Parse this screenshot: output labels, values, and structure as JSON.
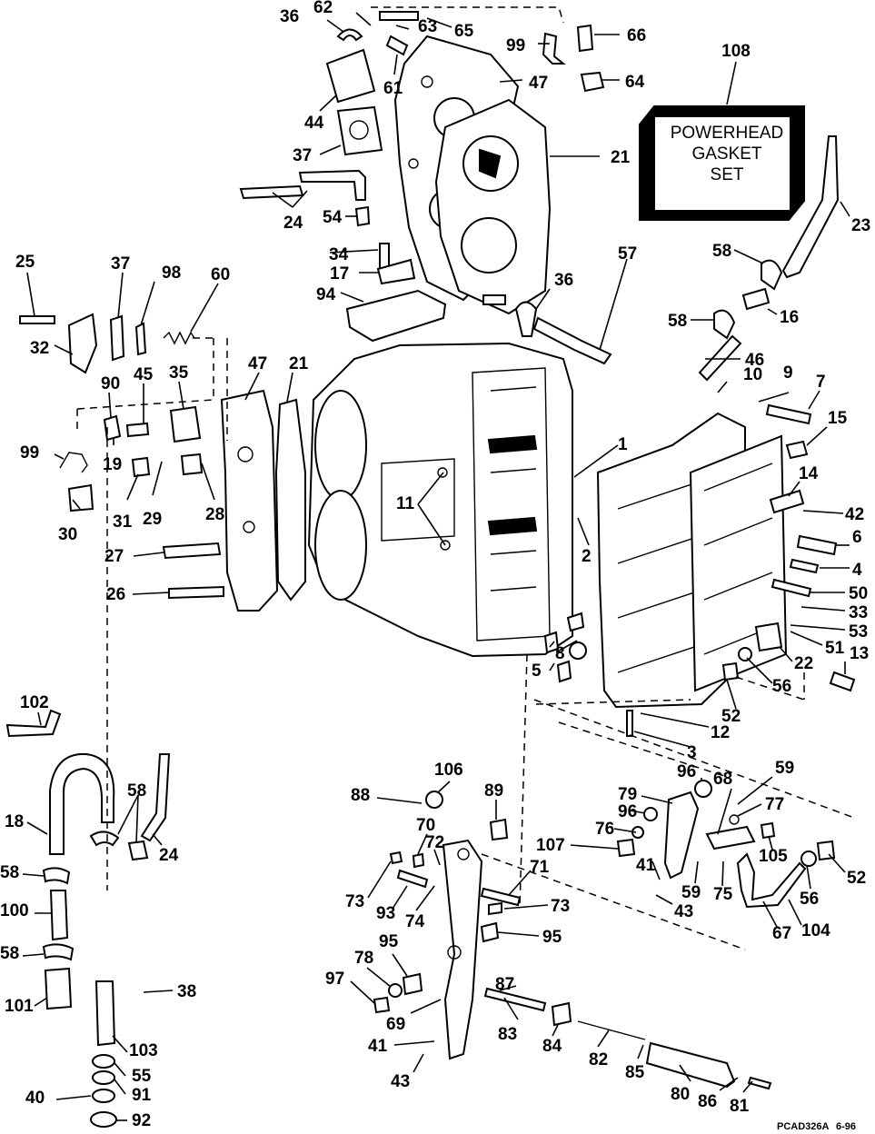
{
  "gasket_box": {
    "line1": "POWERHEAD",
    "line2": "GASKET",
    "line3": "SET",
    "callout": "108"
  },
  "code": "PCAD326A",
  "date": "6-96",
  "callouts": [
    "36",
    "62",
    "63",
    "65",
    "99",
    "66",
    "64",
    "47",
    "108",
    "21",
    "61",
    "44",
    "37",
    "24",
    "54",
    "23",
    "34",
    "17",
    "94",
    "58",
    "16",
    "36",
    "57",
    "58",
    "46",
    "25",
    "37",
    "98",
    "60",
    "32",
    "90",
    "45",
    "35",
    "47",
    "21",
    "10",
    "9",
    "7",
    "15",
    "99",
    "19",
    "31",
    "29",
    "28",
    "14",
    "42",
    "6",
    "4",
    "50",
    "33",
    "53",
    "51",
    "13",
    "22",
    "56",
    "11",
    "1",
    "2",
    "30",
    "27",
    "26",
    "8",
    "5",
    "52",
    "12",
    "3",
    "102",
    "18",
    "58",
    "24",
    "58",
    "100",
    "58",
    "101",
    "38",
    "103",
    "55",
    "91",
    "40",
    "92",
    "106",
    "89",
    "88",
    "70",
    "72",
    "73",
    "93",
    "74",
    "71",
    "73",
    "95",
    "95",
    "78",
    "97",
    "69",
    "41",
    "43",
    "87",
    "83",
    "84",
    "82",
    "85",
    "80",
    "86",
    "81",
    "96",
    "79",
    "96",
    "76",
    "107",
    "41",
    "43",
    "68",
    "59",
    "77",
    "105",
    "59",
    "75",
    "52",
    "56",
    "67",
    "104"
  ]
}
